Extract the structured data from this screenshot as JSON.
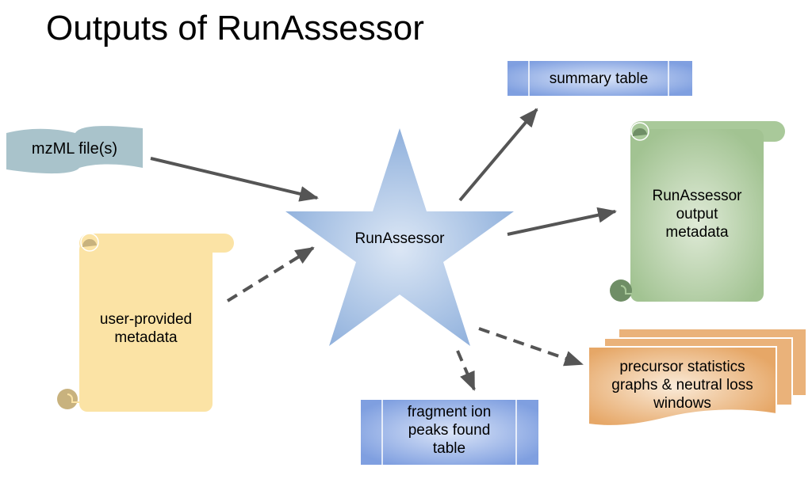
{
  "title": "Outputs of RunAssessor",
  "nodes": {
    "center": {
      "label": "RunAssessor",
      "shape": "star",
      "color": "#a7c0e3"
    },
    "mzml": {
      "label": "mzML file(s)",
      "shape": "tape",
      "color": "#a9c3cb"
    },
    "user_metadata": {
      "label_lines": [
        "user-provided",
        "metadata"
      ],
      "shape": "scroll",
      "color": "#fbe3a5"
    },
    "summary_table": {
      "label": "summary table",
      "shape": "table-box",
      "color": "#93b0e8"
    },
    "output_metadata": {
      "label_lines": [
        "RunAssessor",
        "output",
        "metadata"
      ],
      "shape": "scroll",
      "color": "#a9c99a"
    },
    "precursor_stats": {
      "label_lines": [
        "precursor statistics",
        "graphs & neutral loss",
        "windows"
      ],
      "shape": "multi-document",
      "color": "#eab27a"
    },
    "fragment_table": {
      "label_lines": [
        "fragment ion",
        "peaks found",
        "table"
      ],
      "shape": "table-box",
      "color": "#93b0e8"
    }
  },
  "edges": [
    {
      "from": "mzml",
      "to": "center",
      "style": "solid"
    },
    {
      "from": "user_metadata",
      "to": "center",
      "style": "dashed"
    },
    {
      "from": "center",
      "to": "summary_table",
      "style": "solid"
    },
    {
      "from": "center",
      "to": "output_metadata",
      "style": "solid"
    },
    {
      "from": "center",
      "to": "precursor_stats",
      "style": "dashed"
    },
    {
      "from": "center",
      "to": "fragment_table",
      "style": "dashed"
    }
  ],
  "arrow_color": "#555555"
}
